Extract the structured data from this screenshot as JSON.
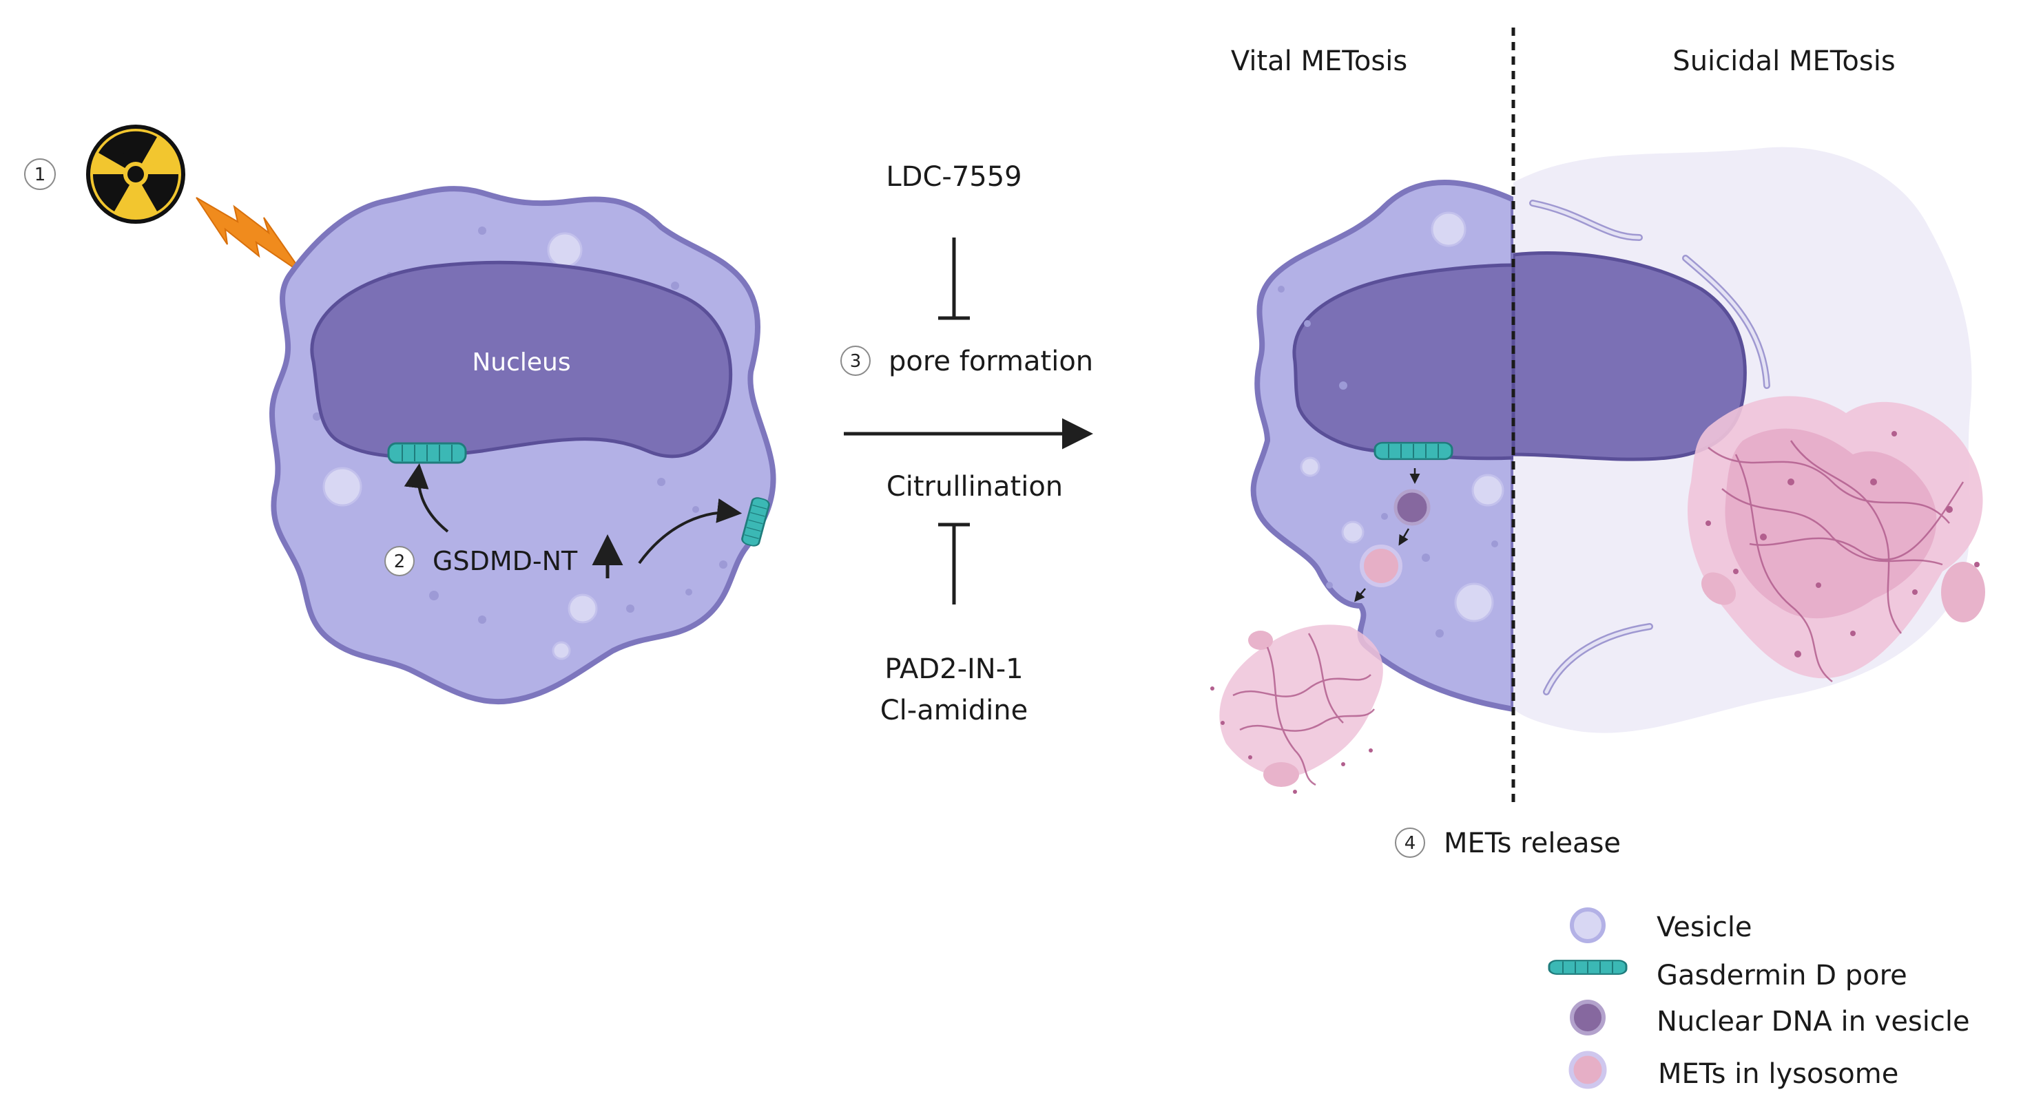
{
  "labels": {
    "step1": "1",
    "step2": "2",
    "step3": "3",
    "step4": "4",
    "nucleus": "Nucleus",
    "gsdmd_nt": "GSDMD-NT",
    "ldc": "LDC-7559",
    "pore_formation": "pore formation",
    "citrullination": "Citrullination",
    "pad2": "PAD2-IN-1",
    "cl_amidine": "Cl-amidine",
    "vital": "Vital METosis",
    "suicidal": "Suicidal METosis",
    "mets_release": "METs release"
  },
  "legend": [
    {
      "label": "Vesicle",
      "icon": "vesicle-icon"
    },
    {
      "label": "Gasdermin D pore",
      "icon": "gasdermin-pore-icon"
    },
    {
      "label": "Nuclear DNA in vesicle",
      "icon": "nuclear-dna-vesicle-icon"
    },
    {
      "label": "METs in lysosome",
      "icon": "mets-lysosome-icon"
    }
  ],
  "colors": {
    "cell_fill": "#b3b1e6",
    "cell_stroke": "#7d76bd",
    "nucleus_fill": "#7b70b5",
    "nucleus_stroke": "#5a4f98",
    "pore": "#3bb8b5",
    "pore_dark": "#1f7c7c",
    "dna_vesicle": "#86689f",
    "lysosome": "#e6afc6",
    "net_pink": "#e5a9c7",
    "net_strand": "#b25f8e",
    "lightning": "#f08b1d",
    "radiation_yellow": "#f2c62f",
    "suicidal_bg": "#efedf8"
  }
}
